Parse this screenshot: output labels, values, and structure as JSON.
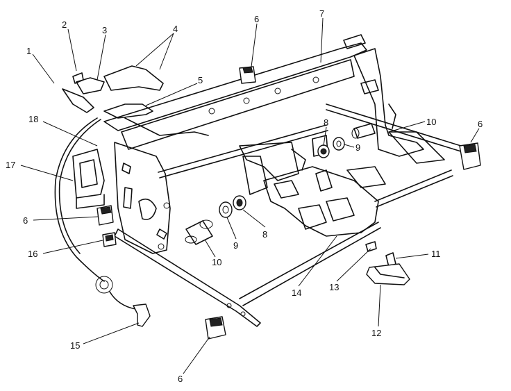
{
  "callouts": {
    "c1": "1",
    "c2": "2",
    "c3": "3",
    "c4": "4",
    "c5": "5",
    "c6a": "6",
    "c6b": "6",
    "c6c": "6",
    "c6d": "6",
    "c7": "7",
    "c8a": "8",
    "c8b": "8",
    "c9a": "9",
    "c9b": "9",
    "c10a": "10",
    "c10b": "10",
    "c11": "11",
    "c12": "12",
    "c13": "13",
    "c14": "14",
    "c15": "15",
    "c16": "16",
    "c17": "17",
    "c18": "18"
  }
}
